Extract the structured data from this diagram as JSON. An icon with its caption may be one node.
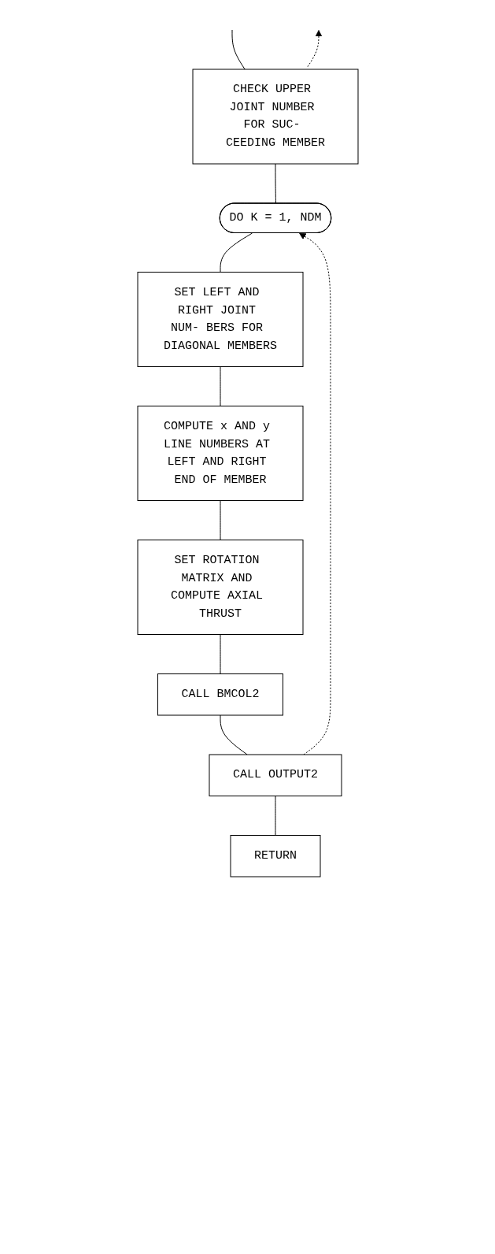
{
  "diagram": {
    "nodes": [
      {
        "text": [
          "CHECK UPPER JOINT NUMBER FOR SUC- CEEDING MEMBER"
        ]
      },
      {
        "text": [
          "DO K = 1, NDM"
        ]
      },
      {
        "text": [
          "SET LEFT AND RIGHT JOINT NUM- BERS FOR DIAGONAL MEMBERS"
        ]
      },
      {
        "text": [
          "COMPUTE x AND y LINE NUMBERS AT LEFT AND RIGHT END OF MEMBER"
        ]
      },
      {
        "text": [
          "SET ROTATION MATRIX AND COMPUTE AXIAL THRUST"
        ]
      },
      {
        "text": [
          "CALL BMCOL2"
        ]
      },
      {
        "text": [
          "CALL OUTPUT2"
        ]
      },
      {
        "text": [
          "RETURN"
        ]
      }
    ],
    "edges": [
      {
        "from": null,
        "to": 0,
        "arrow": "none"
      },
      {
        "from": 0,
        "to": null,
        "arrow": "to",
        "style": "dashed"
      },
      {
        "from": 0,
        "to": 1,
        "arrow": "none"
      },
      {
        "from": 1,
        "to": 2,
        "arrow": "none"
      },
      {
        "from": 2,
        "to": 3,
        "arrow": "none"
      },
      {
        "from": 3,
        "to": 4,
        "arrow": "none"
      },
      {
        "from": 4,
        "to": 5,
        "arrow": "none"
      },
      {
        "from": 5,
        "to": 6,
        "arrow": "none"
      },
      {
        "from": 6,
        "to": 1,
        "arrow": "to",
        "style": "dashed"
      },
      {
        "from": 6,
        "to": 7,
        "arrow": "none"
      }
    ]
  }
}
